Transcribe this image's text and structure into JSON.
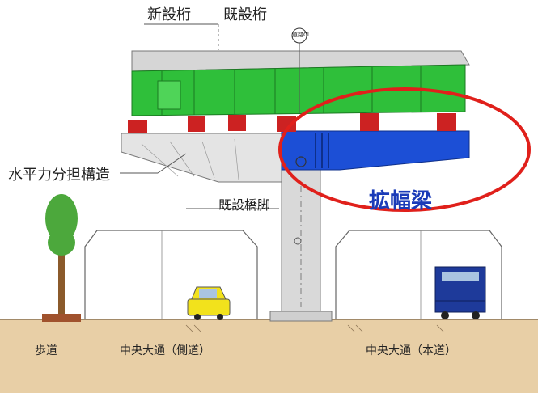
{
  "labels": {
    "new_girder": "新設桁",
    "existing_girder": "既設桁",
    "road_cl": "道路CL",
    "horizontal_structure": "水平力分担構造",
    "widening_beam": "拡幅梁",
    "existing_pier": "既設橋脚",
    "sidewalk": "歩道",
    "side_road": "中央大通（側道）",
    "main_road": "中央大通（本道）"
  },
  "colors": {
    "new_girder": "#2fbf3a",
    "widening_beam": "#1c4fd6",
    "highlight_ellipse": "#e0201b",
    "widening_label": "#1a3bb8",
    "bearing": "#cc2222",
    "pier": "#d9d9d9",
    "ground": "#e8cfa6",
    "tree_foliage": "#4ca83c",
    "car": "#f2e21c",
    "truck": "#1e3a9a"
  }
}
